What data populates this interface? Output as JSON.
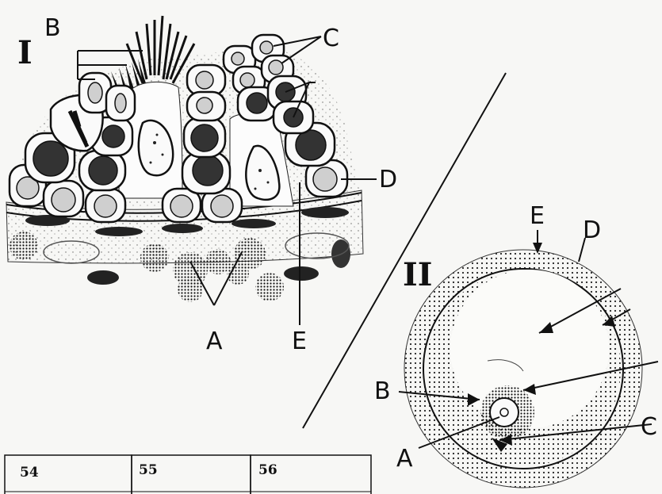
{
  "figure_I": {
    "numeral": "I",
    "labels": {
      "A": "A",
      "B": "B",
      "C": "C",
      "D": "D",
      "E": "E"
    }
  },
  "figure_II": {
    "numeral": "II",
    "labels": {
      "A": "A",
      "B": "B",
      "C": "C",
      "D": "D",
      "E": "E"
    }
  },
  "table": {
    "cells": [
      "54",
      "55",
      "56"
    ]
  }
}
